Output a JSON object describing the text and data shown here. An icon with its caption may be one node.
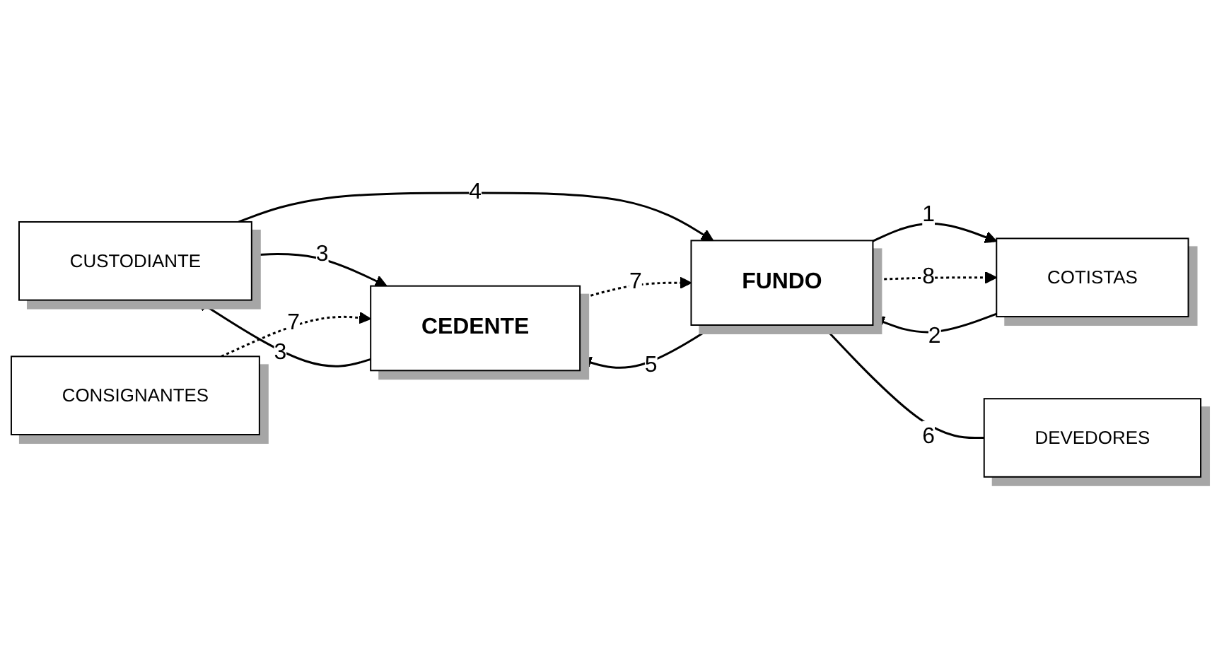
{
  "diagram": {
    "nodes": [
      {
        "text": [
          "CUSTODIANTE"
        ]
      },
      {
        "text": [
          "CEDENTE"
        ]
      },
      {
        "text": [
          "FUNDO"
        ]
      },
      {
        "text": [
          "COTISTAS"
        ]
      },
      {
        "text": [
          "CONSIGNANTES"
        ]
      },
      {
        "text": [
          "DEVEDORES"
        ]
      }
    ],
    "edges": [
      {
        "from": 1,
        "to": 0,
        "arrow": "to",
        "label": "3"
      },
      {
        "from": 0,
        "to": 1,
        "arrow": "to",
        "label": "3"
      },
      {
        "from": 0,
        "to": 2,
        "arrow": "to",
        "label": "4"
      },
      {
        "from": 2,
        "to": 1,
        "arrow": "to",
        "label": "5"
      },
      {
        "from": 1,
        "to": 2,
        "arrow": "to",
        "label": "7",
        "style": "dashed"
      },
      {
        "from": 2,
        "to": 3,
        "arrow": "to",
        "label": "1"
      },
      {
        "from": 3,
        "to": 2,
        "arrow": "to",
        "label": "2"
      },
      {
        "from": 2,
        "to": 3,
        "arrow": "to",
        "label": "8",
        "style": "dashed"
      },
      {
        "from": 4,
        "to": 1,
        "arrow": "to",
        "label": "7",
        "style": "dashed"
      },
      {
        "from": 2,
        "to": 5,
        "arrow": "none",
        "label": "6"
      }
    ]
  }
}
